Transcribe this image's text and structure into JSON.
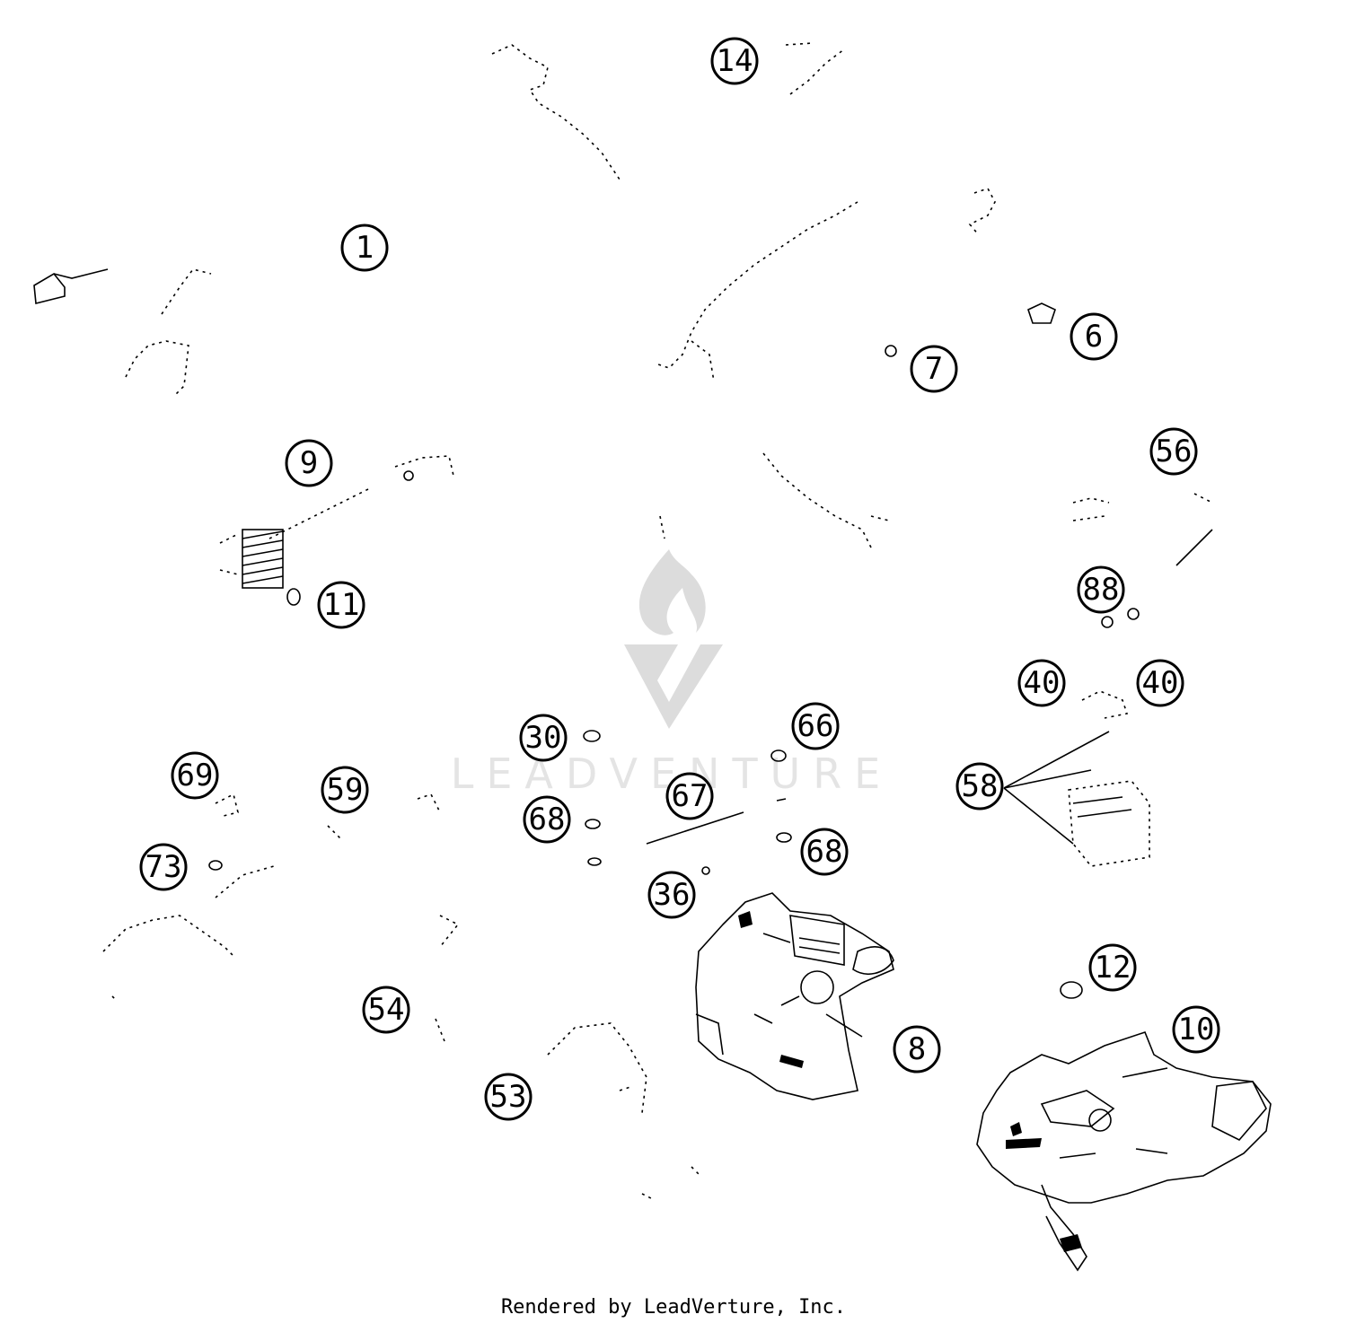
{
  "watermark": "LEADVENTURE",
  "credit": "Rendered by LeadVerture, Inc.",
  "callouts": [
    "14",
    "1",
    "6",
    "7",
    "9",
    "56",
    "11",
    "88",
    "40",
    "40",
    "30",
    "66",
    "69",
    "59",
    "58",
    "67",
    "68",
    "68",
    "73",
    "36",
    "12",
    "10",
    "54",
    "8",
    "53"
  ]
}
